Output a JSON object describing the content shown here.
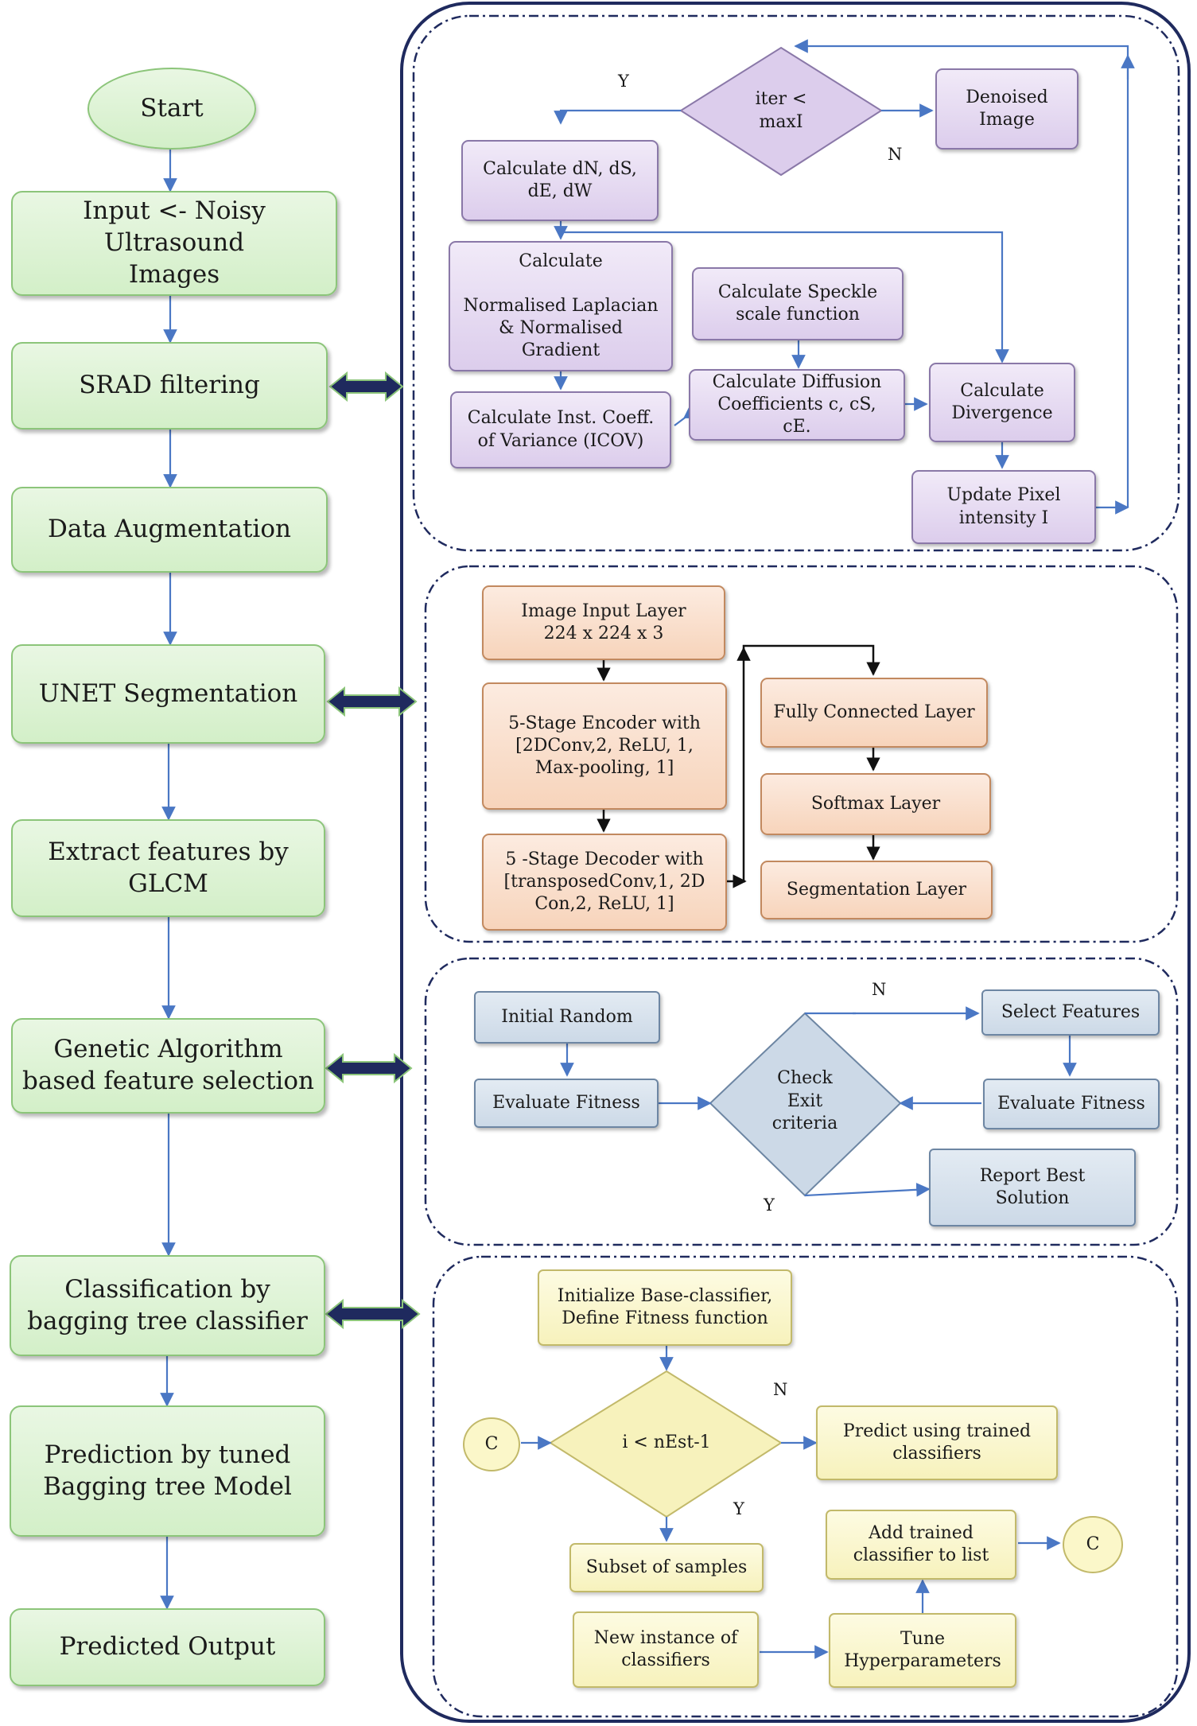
{
  "main_flow": {
    "start": "Start",
    "input": "Input <- Noisy Ultrasound\nImages",
    "srad": "SRAD filtering",
    "augmentation": "Data Augmentation",
    "unet": "UNET  Segmentation",
    "glcm": "Extract  features by\nGLCM",
    "genetic": "Genetic Algorithm\nbased feature selection",
    "classification": "Classification by\nbagging tree classifier",
    "prediction": "Prediction by tuned\nBagging tree Model",
    "output": "Predicted Output"
  },
  "srad_panel": {
    "decision": "iter <\nmaxI",
    "yes": "Y",
    "no": "N",
    "denoised": "Denoised\nImage",
    "calc_d": "Calculate dN, dS,\ndE, dW",
    "laplacian": "Calculate\n\nNormalised Laplacian\n& Normalised\nGradient",
    "speckle": "Calculate Speckle\nscale function",
    "icov": "Calculate Inst. Coeff.\nof Variance (ICOV)",
    "diffusion": "Calculate Diffusion\nCoefficients c, cS,\ncE.",
    "divergence": "Calculate\nDivergence",
    "update": "Update Pixel\nintensity I"
  },
  "unet_panel": {
    "input_layer": "Image Input Layer\n224 x 224 x 3",
    "encoder": "5-Stage Encoder with\n[2DConv,2, ReLU, 1,\nMax-pooling, 1]",
    "decoder": "5 -Stage Decoder with\n[transposedConv,1, 2D\nCon,2, ReLU, 1]",
    "fully_connected": "Fully Connected Layer",
    "softmax": "Softmax Layer",
    "segmentation": "Segmentation Layer"
  },
  "ga_panel": {
    "initial": "Initial Random",
    "evaluate_left": "Evaluate Fitness",
    "check": "Check\nExit\ncriteria",
    "no": "N",
    "yes": "Y",
    "select": "Select Features",
    "evaluate_right": "Evaluate Fitness",
    "report": "Report Best\nSolution"
  },
  "bagging_panel": {
    "init": "Initialize Base-classifier,\nDefine Fitness function",
    "connector_left": "C",
    "decision": "i < nEst-1",
    "no": "N",
    "yes": "Y",
    "predict": "Predict using trained\nclassifiers",
    "subset": "Subset of samples",
    "new_instance": "New instance of\nclassifiers",
    "tune": "Tune\nHyperparameters",
    "add": "Add trained\nclassifier to list",
    "connector_right": "C"
  },
  "colors": {
    "main_fill": "#d3efc8",
    "purple_fill": "#dccdec",
    "orange_fill": "#f7d4bb",
    "blue_fill": "#ccd9e7",
    "yellow_fill": "#f7f2bc",
    "arrow": "#4a77c4",
    "frame": "#1f2a5e"
  }
}
